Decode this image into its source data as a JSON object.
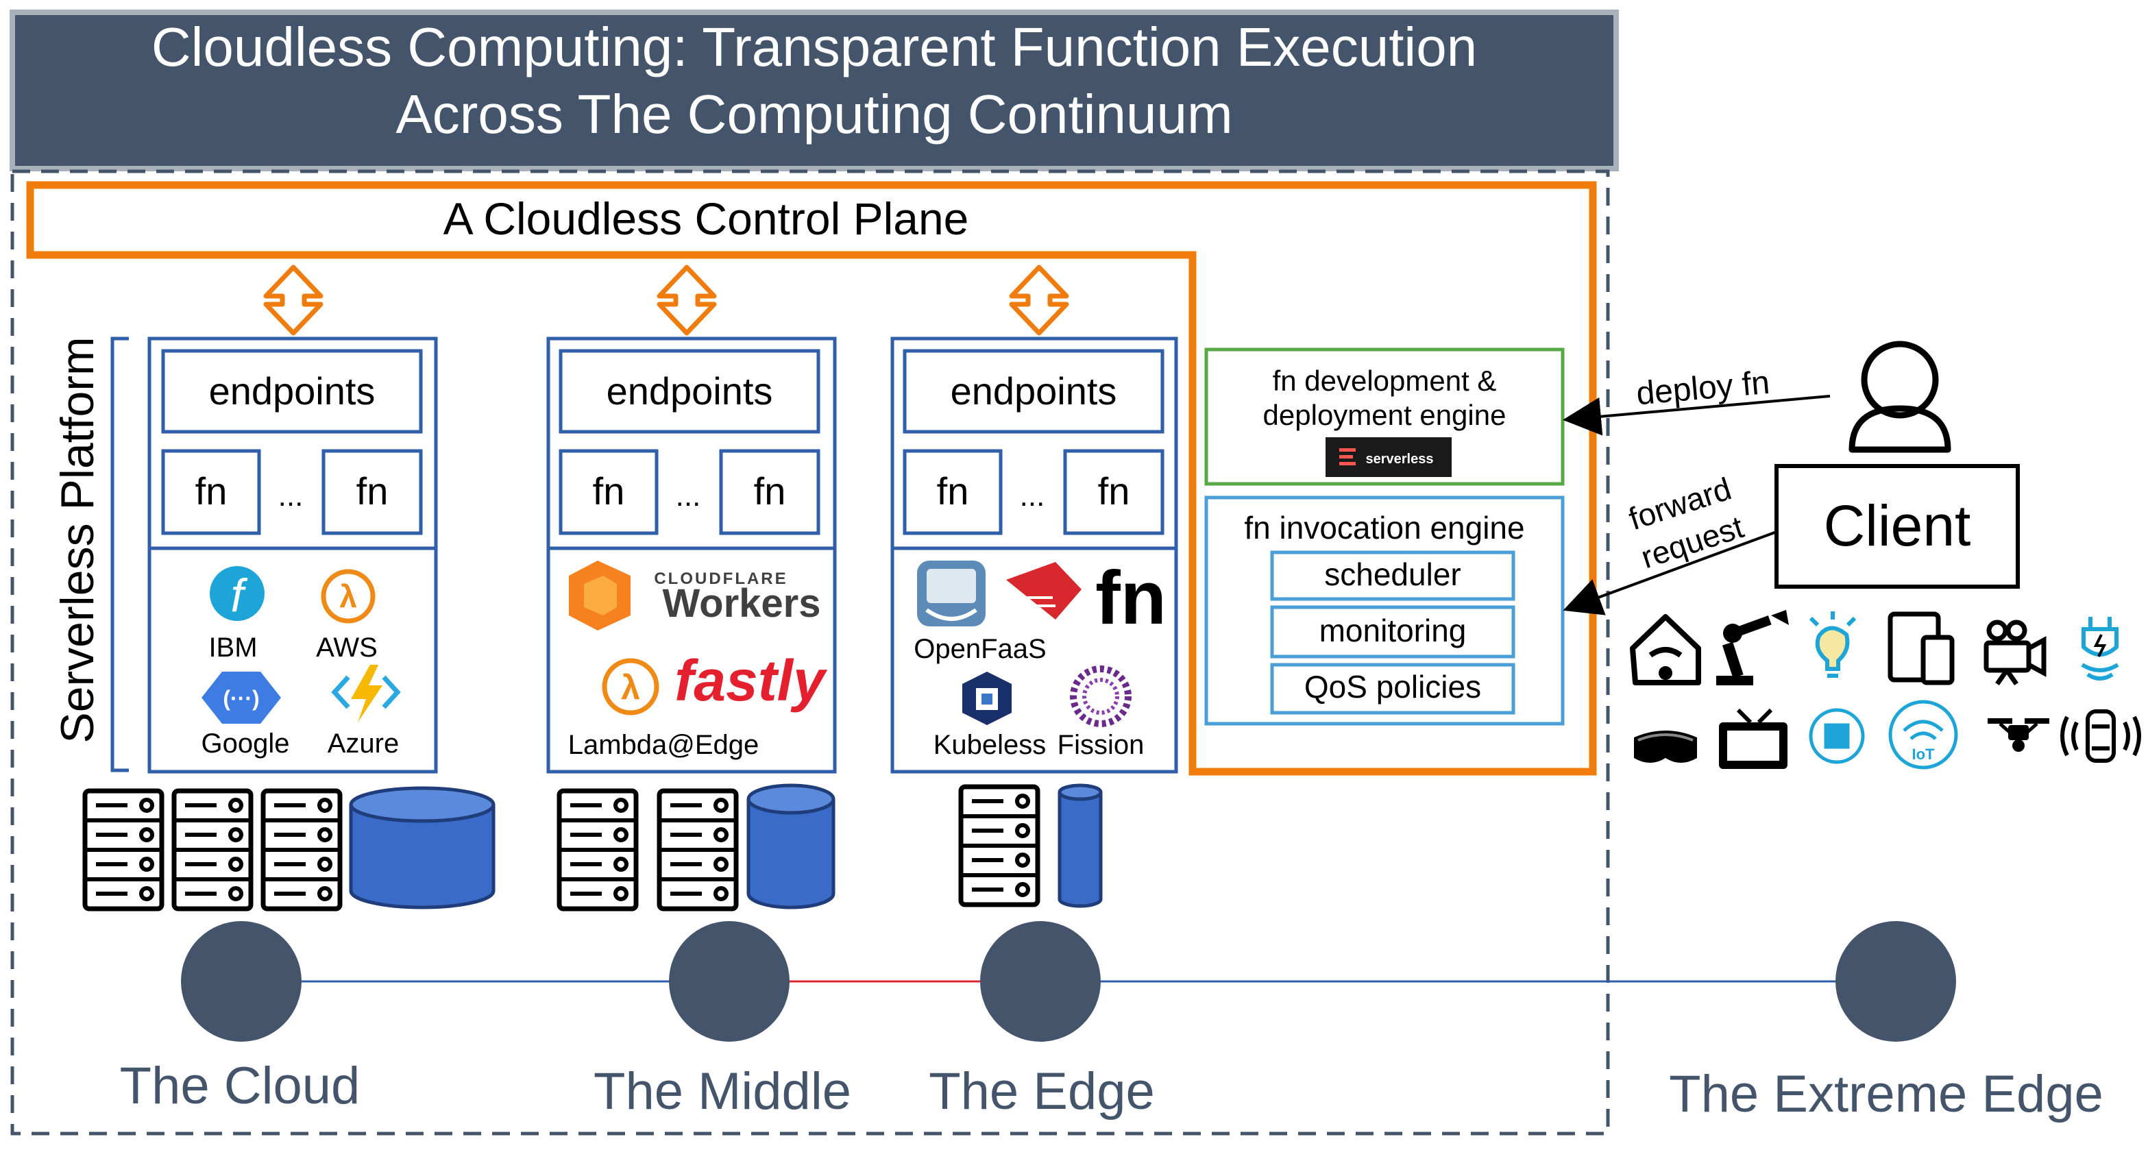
{
  "title": {
    "line1": "Cloudless Computing: Transparent Function Execution",
    "line2": "Across The Computing Continuum"
  },
  "control_plane": {
    "label": "A Cloudless Control Plane"
  },
  "platform_label": "Serverless Platform",
  "columns": [
    {
      "endpoints": "endpoints",
      "fn1": "fn",
      "ellipsis": "...",
      "fn2": "fn",
      "providers": [
        "IBM",
        "AWS",
        "Google",
        "Azure"
      ]
    },
    {
      "endpoints": "endpoints",
      "fn1": "fn",
      "ellipsis": "...",
      "fn2": "fn",
      "providers": [
        "CLOUDFLARE",
        "Workers",
        "fastly",
        "Lambda@Edge"
      ]
    },
    {
      "endpoints": "endpoints",
      "fn1": "fn",
      "ellipsis": "...",
      "fn2": "fn",
      "providers": [
        "fn",
        "OpenFaaS",
        "Kubeless",
        "Fission"
      ]
    }
  ],
  "dev_engine": {
    "line1": "fn development &",
    "line2": "deployment engine",
    "badge": "serverless"
  },
  "invocation_engine": {
    "title": "fn invocation engine",
    "components": [
      "scheduler",
      "monitoring",
      "QoS policies"
    ]
  },
  "client": {
    "label": "Client",
    "deploy_label": "deploy fn",
    "forward_label_1": "forward",
    "forward_label_2": "request"
  },
  "device_icons": [
    "home-wifi",
    "robot-arm",
    "lightbulb",
    "mobile-devices",
    "video-camera",
    "smart-plug",
    "vr-headset",
    "television",
    "iot-chip",
    "iot-wifi",
    "drone",
    "connected-car"
  ],
  "continuum": {
    "stages": [
      "The Cloud",
      "The Middle",
      "The Edge",
      "The Extreme Edge"
    ]
  },
  "colors": {
    "title_bg": "#44546a",
    "title_text": "#ffffff",
    "orange": "#f07c0e",
    "blue_box": "#2e5fa8",
    "light_blue_box": "#4a9fd6",
    "green_box": "#56a845",
    "node": "#44546a",
    "stage_text": "#44546a",
    "database": "#3a6bc8"
  }
}
